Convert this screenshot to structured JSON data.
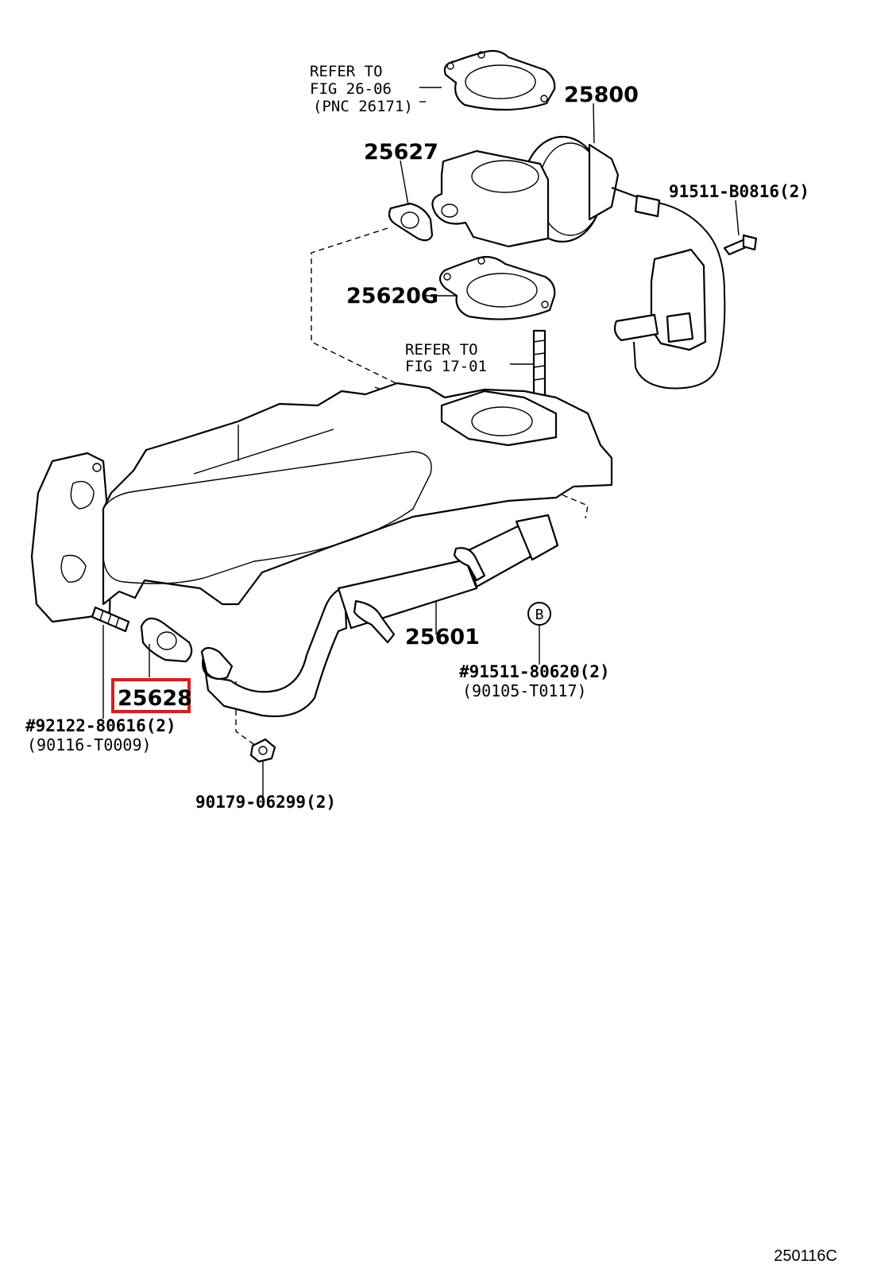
{
  "diagram": {
    "refer_26_06": {
      "line1": "REFER TO",
      "line2": "FIG 26-06",
      "line3": "(PNC 26171)"
    },
    "refer_17_01": {
      "line1": "REFER TO",
      "line2": "FIG 17-01"
    },
    "parts": {
      "p25800": "25800",
      "p25627": "25627",
      "p25620g": "25620G",
      "p25601": "25601",
      "p25628": "25628"
    },
    "bolt_91511_b0816": "91511-B0816(2)",
    "stud_92122": {
      "line1": "#92122-80616(2)",
      "line2": "(90116-T0009)"
    },
    "bolt_91511_80620": {
      "line1": "#91511-80620(2)",
      "line2": "(90105-T0117)"
    },
    "nut_90179": "90179-06299(2)",
    "callout_b": "B",
    "figure_code": "250116C",
    "highlight_color": "#e0191e"
  }
}
